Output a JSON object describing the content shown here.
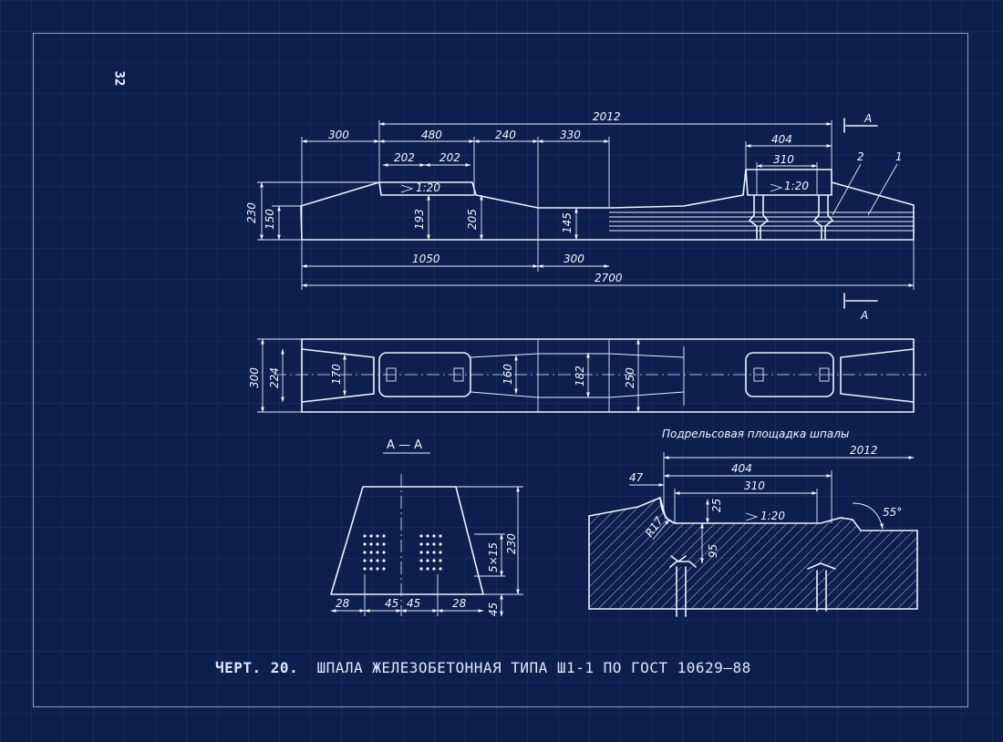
{
  "page_number": "32",
  "caption": {
    "number": "ЧЕРТ. 20.",
    "title": "ШПАЛА ЖЕЛЕЗОБЕТОННАЯ ТИПА Ш1-1 ПО ГОСТ 10629—88"
  },
  "side_view": {
    "dims": {
      "total_top": "2012",
      "end_len": "300",
      "seat_len": "480",
      "mid1": "240",
      "mid2": "330",
      "seat_half_a": "202",
      "seat_half_b": "202",
      "slope": "1:20",
      "h_total": "230",
      "h_end": "150",
      "h_seat": "193",
      "h_mid": "205",
      "h_center": "145",
      "right_seat": "404",
      "right_seat_inner": "310",
      "right_slope": "1:20",
      "bottom_half": "1050",
      "bottom_center": "300",
      "bottom_total": "2700"
    },
    "section_mark": "A",
    "section_mark_bottom": "A",
    "callout_1": "1",
    "callout_2": "2"
  },
  "plan_view": {
    "dims": {
      "w_end_outer": "300",
      "w_end_inner": "224",
      "w_seat": "170",
      "w_mid": "160",
      "w_center": "182",
      "w_center_outer": "250"
    }
  },
  "section_aa": {
    "title": "А — А",
    "dims": {
      "left": "28",
      "mid_a": "45",
      "mid_b": "45",
      "right": "28",
      "height": "230",
      "wires": "5×15",
      "bottom": "45"
    }
  },
  "rail_seat_detail": {
    "title": "Подрельсовая площадка шпалы",
    "dims": {
      "total": "2012",
      "seat": "404",
      "seat_inner": "310",
      "edge": "47",
      "radius": "R17",
      "depth": "25",
      "anchor": "95",
      "slope": "1:20",
      "angle": "55°"
    }
  }
}
